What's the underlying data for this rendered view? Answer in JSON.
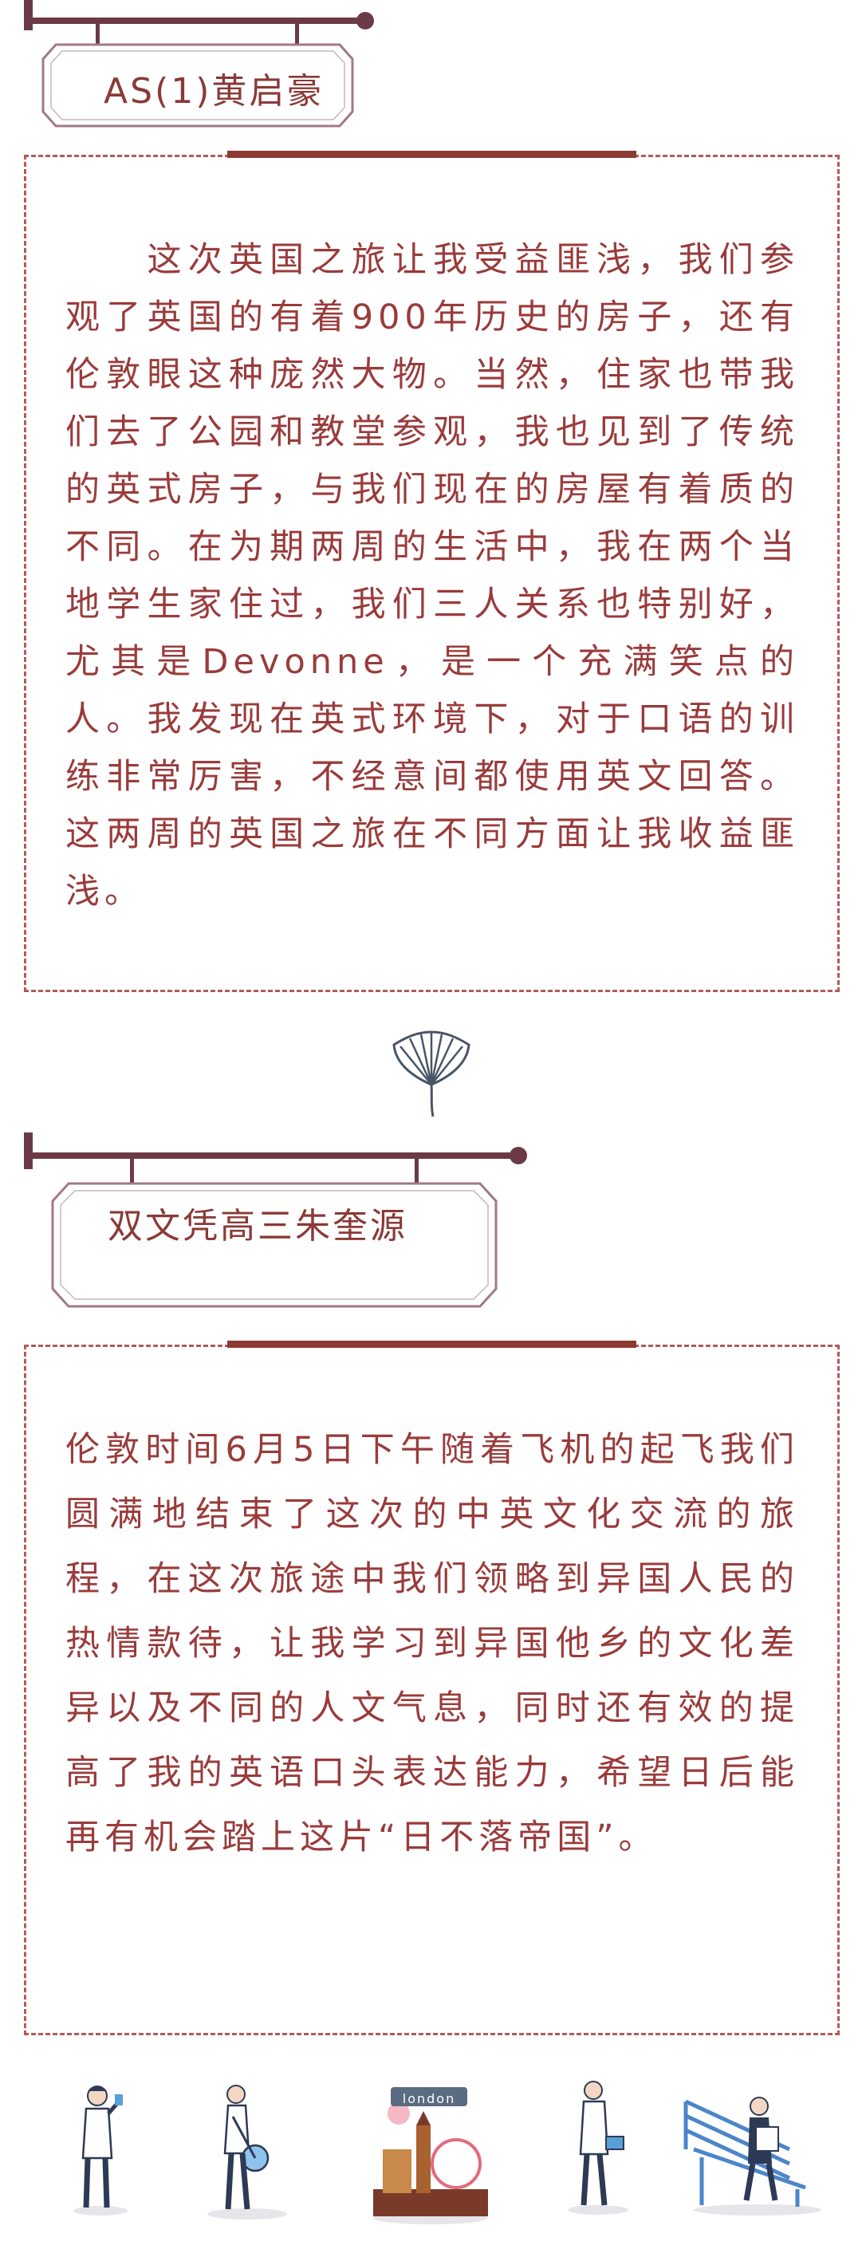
{
  "sections": [
    {
      "heading": "AS(1)黄启豪",
      "paragraph": "　　这次英国之旅让我受益匪浅，我们参观了英国的有着900年历史的房子，还有伦敦眼这种庞然大物。当然，住家也带我们去了公园和教堂参观，我也见到了传统的英式房子，与我们现在的房屋有着质的不同。在为期两周的生活中，我在两个当地学生家住过，我们三人关系也特别好，尤其是Devonne，是一个充满笑点的人。我发现在英式环境下，对于口语的训练非常厉害，不经意间都使用英文回答。这两周的英国之旅在不同方面让我收益匪浅。"
    },
    {
      "heading": "双文凭高三朱奎源",
      "paragraph": "伦敦时间6月5日下午随着飞机的起飞我们圆满地结束了这次的中英文化交流的旅程，在这次旅途中我们领略到异国人民的热情款待，让我学习到异国他乡的文化差异以及不同的人文气息，同时还有效的提高了我的英语口头表达能力，希望日后能再有机会踏上这片“日不落帝国”。"
    }
  ],
  "footer_badge": "london",
  "colors": {
    "text": "#9a3b3b",
    "border": "#b35a5a",
    "accent": "#8e3a34",
    "sign": "#6b3a46"
  }
}
